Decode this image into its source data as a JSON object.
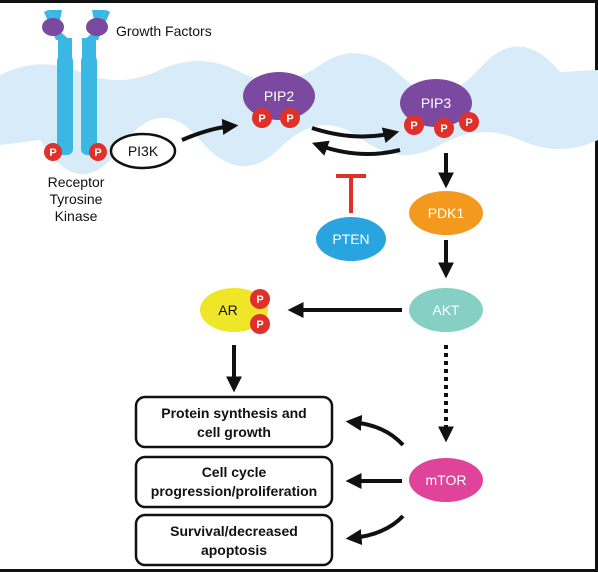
{
  "labels": {
    "growth_factors": "Growth Factors",
    "receptor_line1": "Receptor",
    "receptor_line2": "Tyrosine",
    "receptor_line3": "Kinase",
    "pi3k": "PI3K",
    "pip2": "PIP2",
    "pip3": "PIP3",
    "pten": "PTEN",
    "pdk1": "PDK1",
    "akt": "AKT",
    "ar": "AR",
    "mtor": "mTOR",
    "p": "P"
  },
  "outcomes": {
    "protein_line1": "Protein synthesis and",
    "protein_line2": "cell growth",
    "cycle_line1": "Cell cycle",
    "cycle_line2": "progression/proliferation",
    "survival_line1": "Survival/decreased",
    "survival_line2": "apoptosis"
  },
  "colors": {
    "receptor": "#3bb7e3",
    "growth_factor": "#7b4aa0",
    "membrane": "#d7ecf8",
    "phosphate": "#e0302a",
    "pip": "#7b4aa0",
    "pten": "#2aa4df",
    "pdk1": "#f39a1e",
    "akt": "#86cfc5",
    "ar": "#f0e628",
    "mtor": "#e0449a",
    "inhibit": "#e0302a"
  }
}
